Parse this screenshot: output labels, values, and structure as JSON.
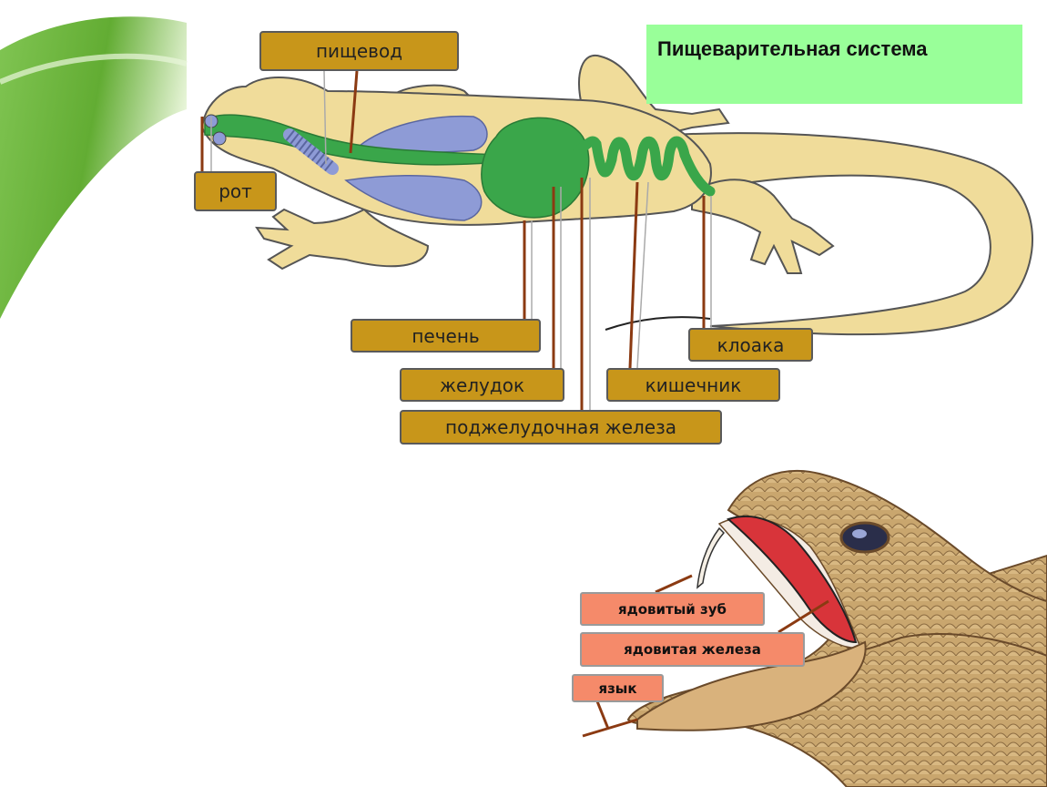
{
  "title": "Пищеварительная система",
  "lizard_labels": {
    "esophagus": "пищевод",
    "mouth": "рот",
    "liver": "печень",
    "stomach": "желудок",
    "pancreas": "поджелудочная железа",
    "intestine": "кишечник",
    "cloaca": "клоака"
  },
  "snake_labels": {
    "venom_tooth": "ядовитый зуб",
    "venom_gland": "ядовитая железа",
    "tongue": "язык"
  },
  "colors": {
    "body": "#f0dc9a",
    "digestive_tract": "#3aa64a",
    "lungs": "#8e9bd6",
    "label_lizard": "#c8961a",
    "label_snake": "#f58a6a",
    "title_bg": "#99ff99"
  }
}
